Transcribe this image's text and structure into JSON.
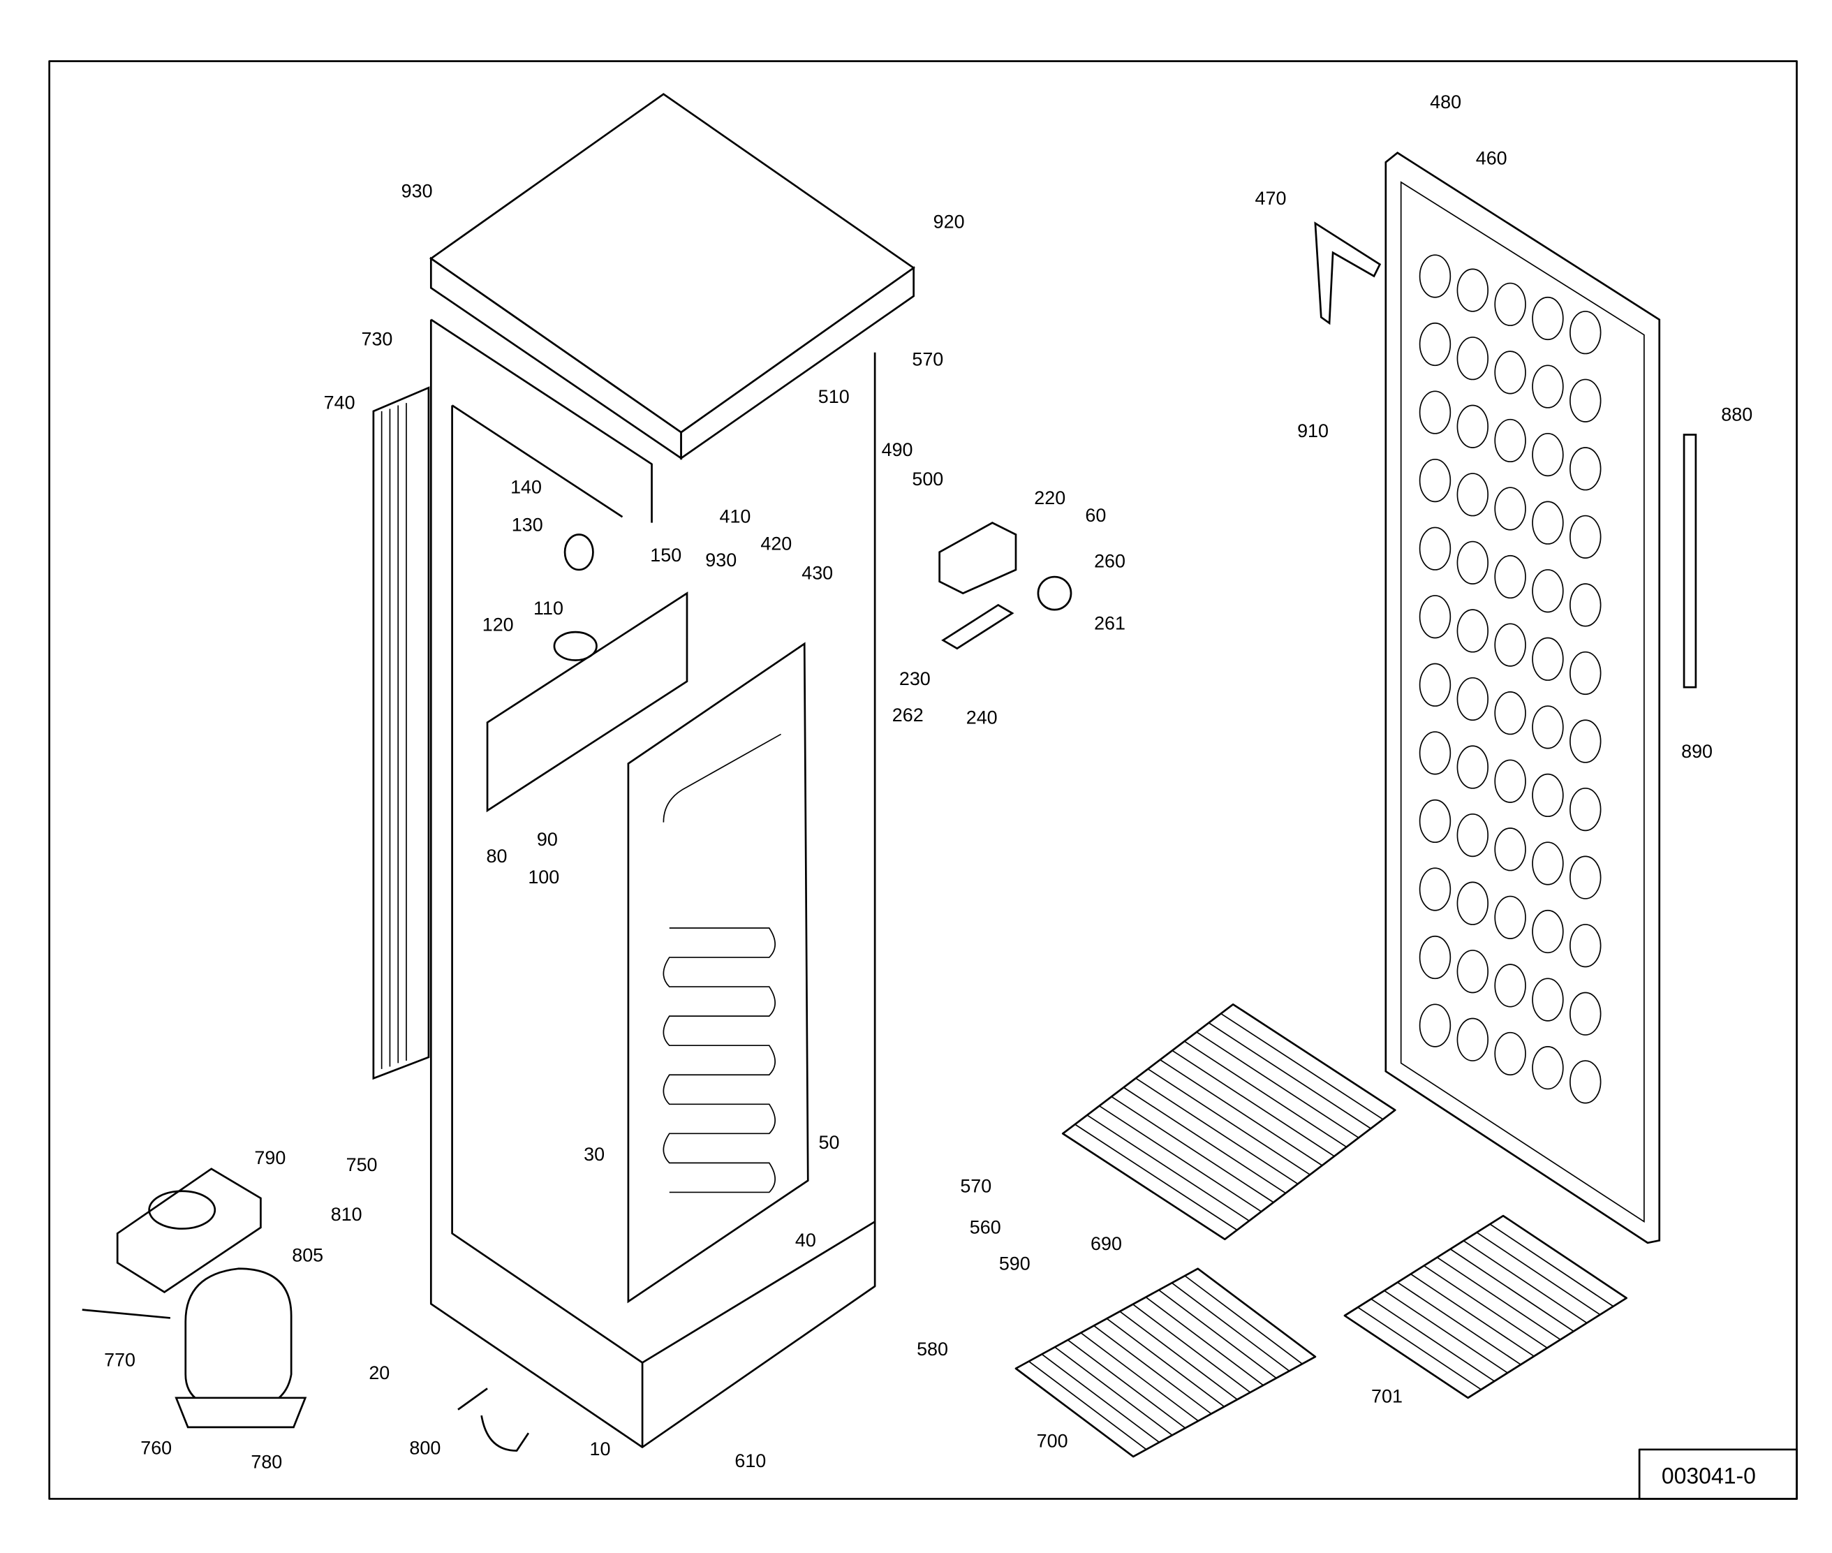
{
  "drawing_number": "003041-0",
  "part_labels": [
    "930",
    "920",
    "730",
    "740",
    "570",
    "510",
    "490",
    "500",
    "140",
    "130",
    "150",
    "930",
    "410",
    "420",
    "430",
    "110",
    "120",
    "220",
    "60",
    "260",
    "261",
    "230",
    "262",
    "240",
    "80",
    "90",
    "100",
    "30",
    "50",
    "40",
    "790",
    "750",
    "810",
    "805",
    "770",
    "760",
    "780",
    "20",
    "800",
    "10",
    "610",
    "570",
    "560",
    "590",
    "580",
    "690",
    "700",
    "701",
    "480",
    "460",
    "470",
    "910",
    "880",
    "890"
  ]
}
